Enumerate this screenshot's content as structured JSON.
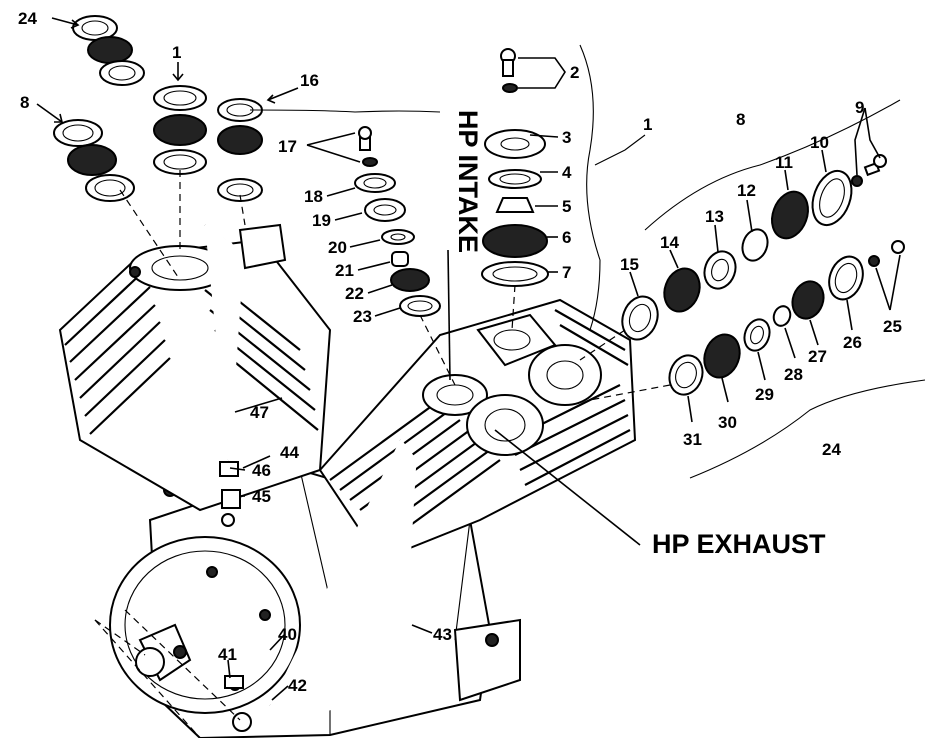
{
  "callouts": {
    "c1_top": "1",
    "c1_right": "1",
    "c2": "2",
    "c3": "3",
    "c4": "4",
    "c5": "5",
    "c6": "6",
    "c7": "7",
    "c8_left": "8",
    "c8_right": "8",
    "c9": "9",
    "c10": "10",
    "c11": "11",
    "c12": "12",
    "c13": "13",
    "c14": "14",
    "c15": "15",
    "c16": "16",
    "c17": "17",
    "c18": "18",
    "c19": "19",
    "c20": "20",
    "c21": "21",
    "c22": "22",
    "c23": "23",
    "c24_top": "24",
    "c24_bottom": "24",
    "c25": "25",
    "c26": "26",
    "c27": "27",
    "c28": "28",
    "c29": "29",
    "c30": "30",
    "c31": "31",
    "c40": "40",
    "c41": "41",
    "c42": "42",
    "c43": "43",
    "c44": "44",
    "c45": "45",
    "c46": "46",
    "c47": "47"
  },
  "labels": {
    "hp_intake": "HP INTAKE",
    "hp_exhaust": "HP EXHAUST"
  }
}
